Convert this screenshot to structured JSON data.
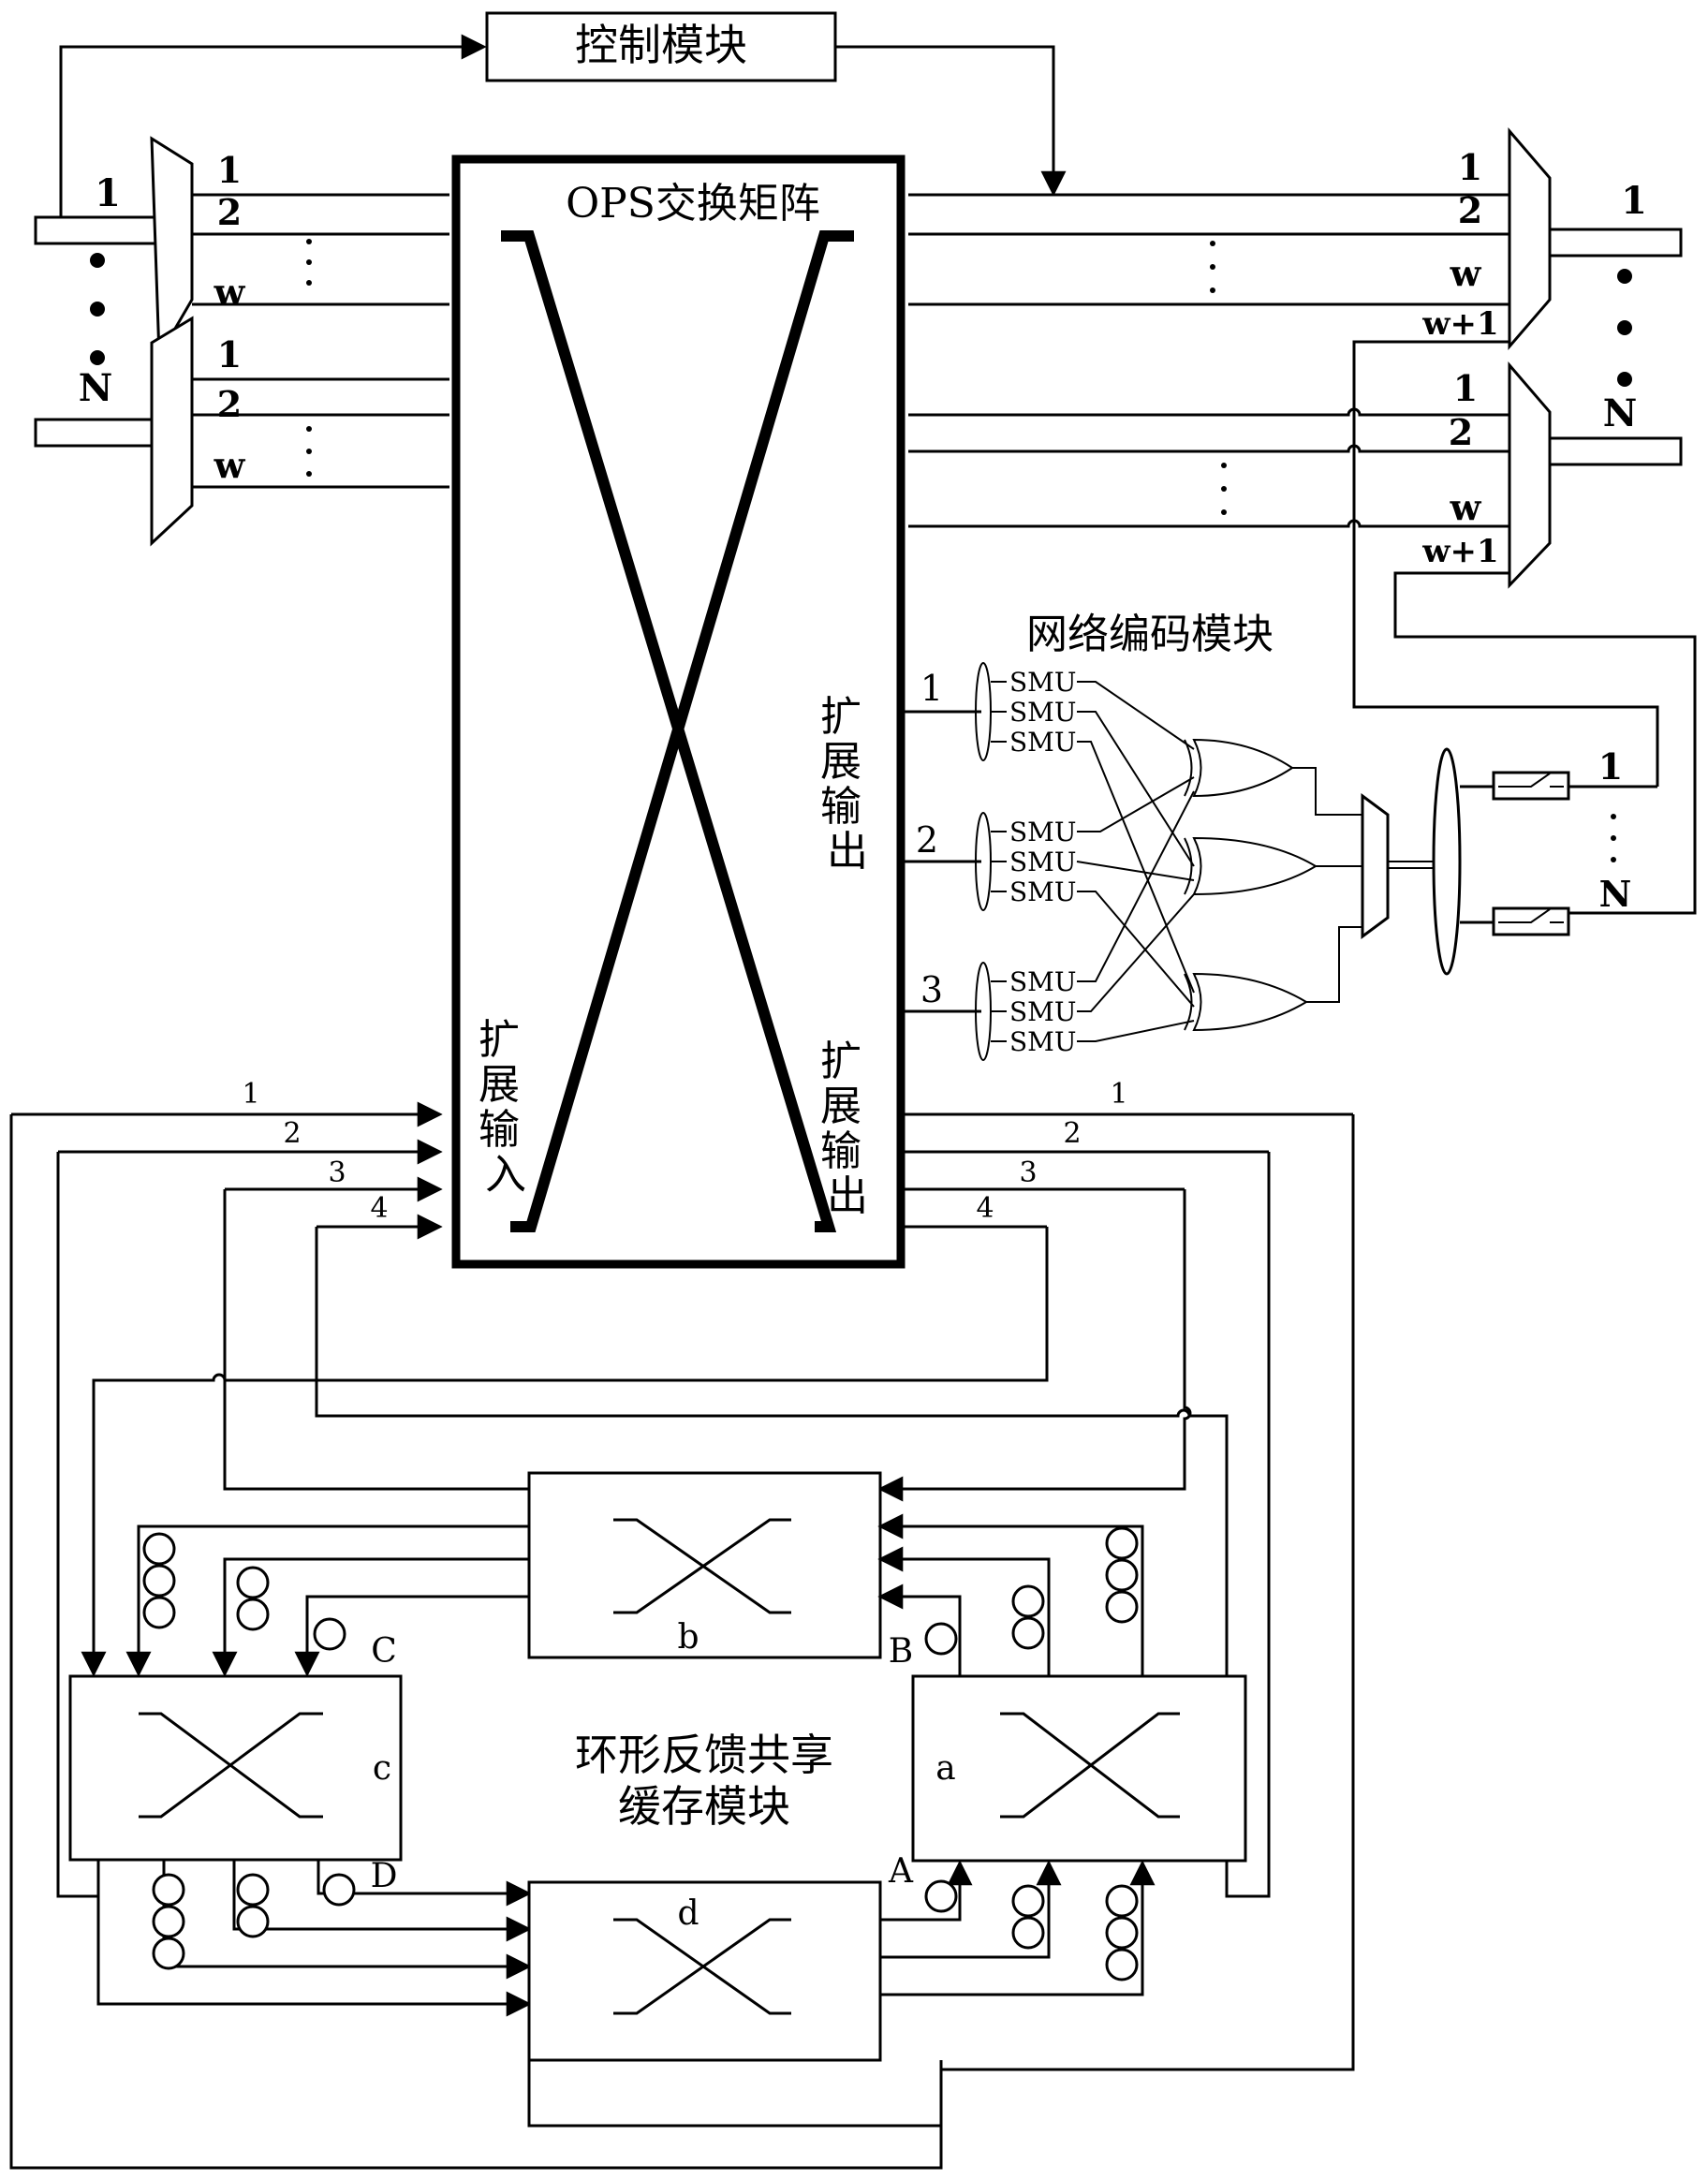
{
  "control_module": "控制模块",
  "ops_matrix": "OPS交换矩阵",
  "network_coding_module": "网络编码模块",
  "expansion_output": "扩展输出",
  "expansion_input": "扩展输入",
  "buffer_module_line1": "环形反馈共享",
  "buffer_module_line2": "缓存模块",
  "smu": "SMU",
  "labels": {
    "n1": "1",
    "n2": "2",
    "n3": "3",
    "n4": "4",
    "w": "w",
    "w1": "w+1",
    "N": "N",
    "a": "a",
    "b": "b",
    "c": "c",
    "d": "d",
    "A": "A",
    "B": "B",
    "C": "C",
    "D": "D"
  }
}
